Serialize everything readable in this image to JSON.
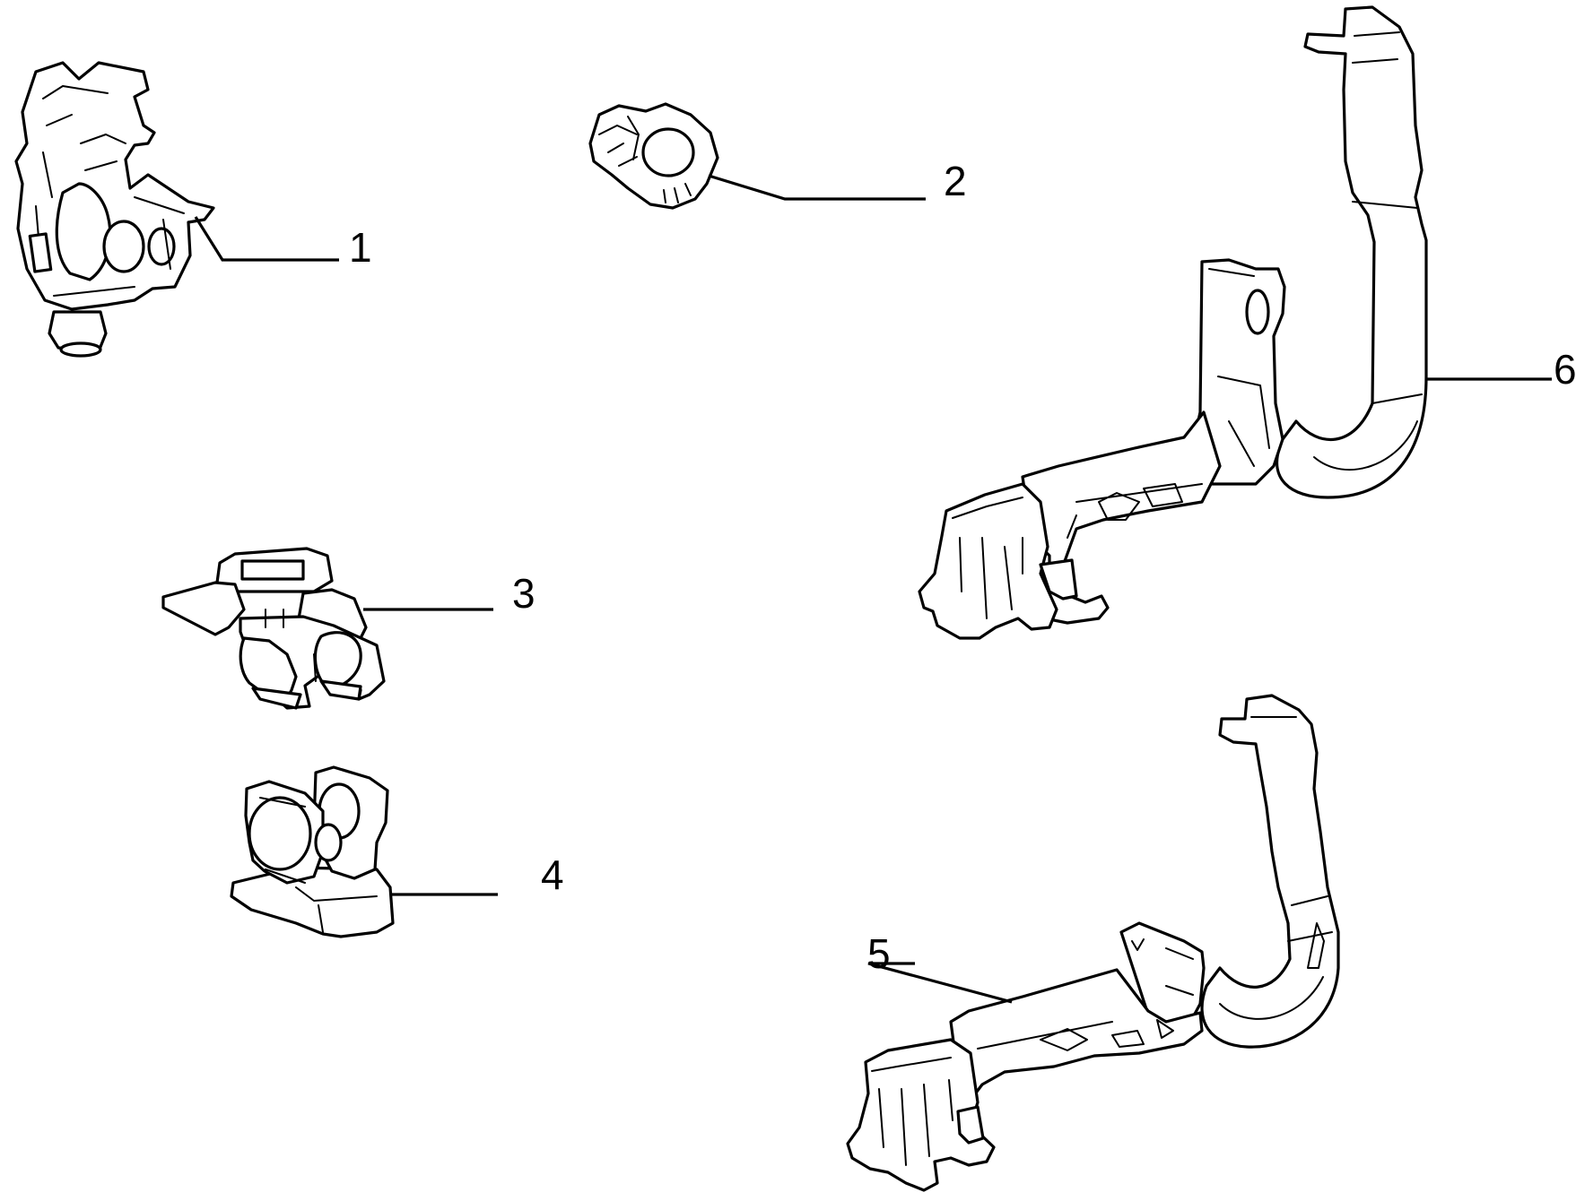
{
  "colors": {
    "line": "#000000",
    "background": "#ffffff"
  },
  "callouts": [
    {
      "id": "1",
      "label": "1"
    },
    {
      "id": "2",
      "label": "2"
    },
    {
      "id": "3",
      "label": "3"
    },
    {
      "id": "4",
      "label": "4"
    },
    {
      "id": "5",
      "label": "5"
    },
    {
      "id": "6",
      "label": "6"
    }
  ]
}
